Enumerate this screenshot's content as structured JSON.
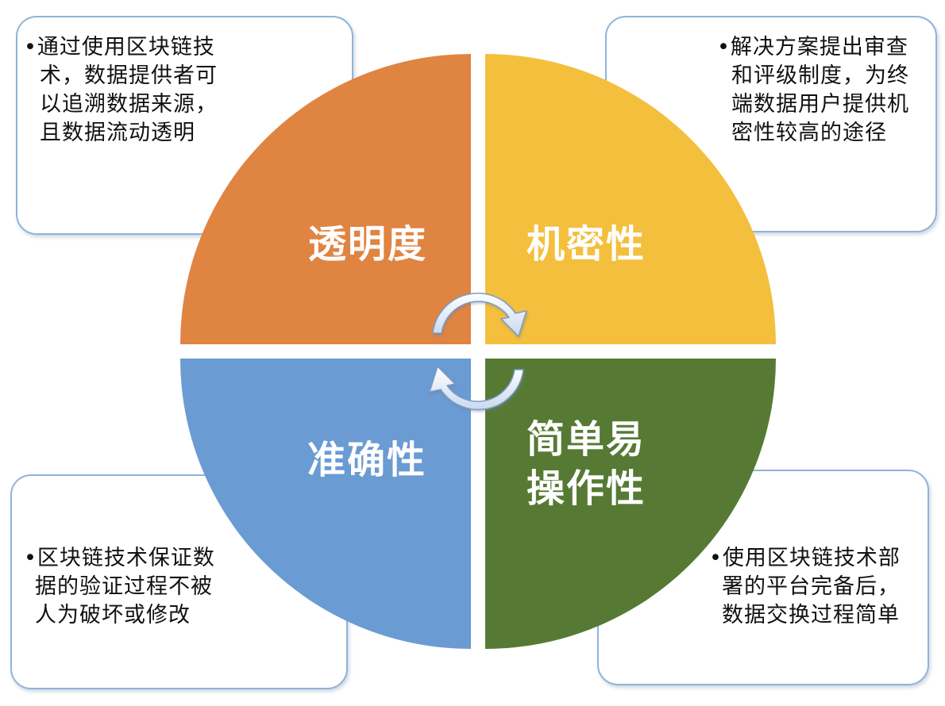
{
  "quadrants": {
    "top_left": {
      "label": "透明度",
      "color": "#e08442",
      "description": [
        "•通过使用区块链技",
        "术，数据提供者可",
        "以追溯数据来源，",
        "且数据流动透明"
      ]
    },
    "top_right": {
      "label": "机密性",
      "color": "#f3bf3d",
      "description": [
        "•解决方案提出审查",
        "和评级制度，为终",
        "端数据用户提供机",
        "密性较高的途径"
      ]
    },
    "bottom_left": {
      "label": "准确性",
      "color": "#6a9bd3",
      "description": [
        "•区块链技术保证数",
        "据的验证过程不被",
        "人为破坏或修改"
      ]
    },
    "bottom_right": {
      "label_lines": [
        "简单易",
        "操作性"
      ],
      "color": "#567a34",
      "description": [
        "•使用区块链技术部",
        "署的平台完备后，",
        "数据交换过程简单"
      ]
    }
  },
  "icons": {
    "top": "cycle-arrow-icon",
    "bottom": "cycle-arrow-icon"
  }
}
